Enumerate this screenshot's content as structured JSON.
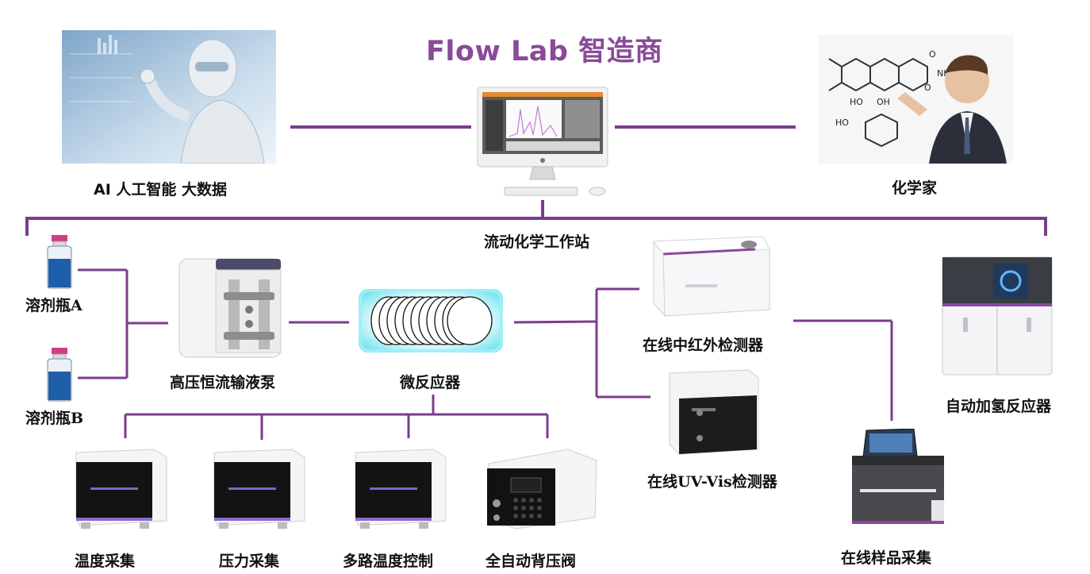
{
  "title": "Flow Lab 智造商",
  "colors": {
    "accent": "#8a4a99",
    "line": "#7a3d8c",
    "reactor_glow": "#7fe6f0",
    "bottle": "#1f5ea8",
    "cap": "#d43a8a"
  },
  "labels": {
    "ai": "AI 人工智能  大数据",
    "chemist": "化学家",
    "station": "流动化学工作站",
    "solvent_a": "溶剂瓶A",
    "solvent_b": "溶剂瓶B",
    "pump": "高压恒流输液泵",
    "reactor": "微反应器",
    "ir_detector": "在线中红外检测器",
    "uv_detector": "在线UV-Vis检测器",
    "hydrogenation": "自动加氢反应器",
    "sampling": "在线样品采集",
    "temp_collect": "温度采集",
    "pressure_collect": "压力采集",
    "multi_temp": "多路温度控制",
    "back_pressure": "全自动背压阀"
  },
  "icons": {
    "ai": "robot-image",
    "chemist": "chemist-image",
    "computer": "imac-computer-icon",
    "bottle": "solvent-bottle-icon",
    "pump": "pump-device",
    "reactor": "microreactor-coil",
    "ir": "ir-detector-device",
    "uv": "uv-detector-device",
    "hydro": "hydrogenation-device",
    "sampler": "sampler-device",
    "module": "control-module-device",
    "valve": "back-pressure-valve-device"
  }
}
